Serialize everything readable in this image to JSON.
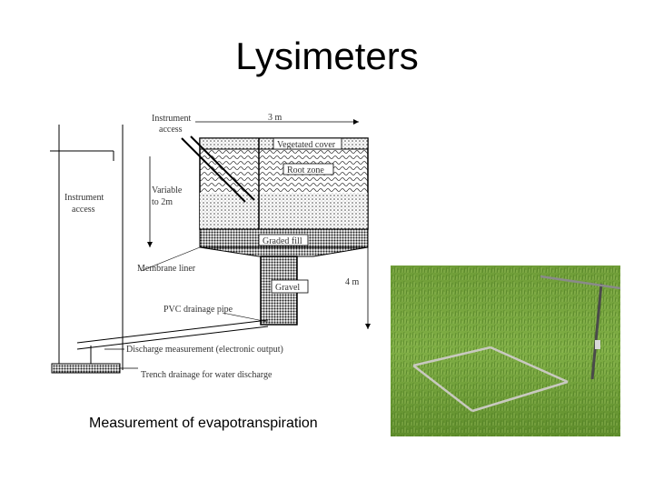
{
  "slide": {
    "title": "Lysimeters",
    "caption": "Measurement of evapotranspiration"
  },
  "diagram": {
    "labels": {
      "instrument_access_top": [
        "Instrument",
        "access"
      ],
      "width": "3 m",
      "vegetated_cover": "Vegetated cover",
      "root_zone": "Root zone",
      "variable_depth": [
        "Variable",
        "to 2m"
      ],
      "instrument_access_side": [
        "Instrument",
        "access"
      ],
      "graded_fill": "Graded fill",
      "membrane_liner": "Membrane liner",
      "gravel": "Gravel",
      "depth": "4 m",
      "pvc_pipe": "PVC drainage pipe",
      "discharge": "Discharge measurement (electronic output)",
      "trench": "Trench drainage for water discharge"
    }
  },
  "photo": {
    "description_icon": "grass-field-photo",
    "colors": {
      "grass_dark": "#4f7d24",
      "grass_light": "#86b04a",
      "frame": "#c9c9c0",
      "pole": "#4a4a4a"
    }
  }
}
